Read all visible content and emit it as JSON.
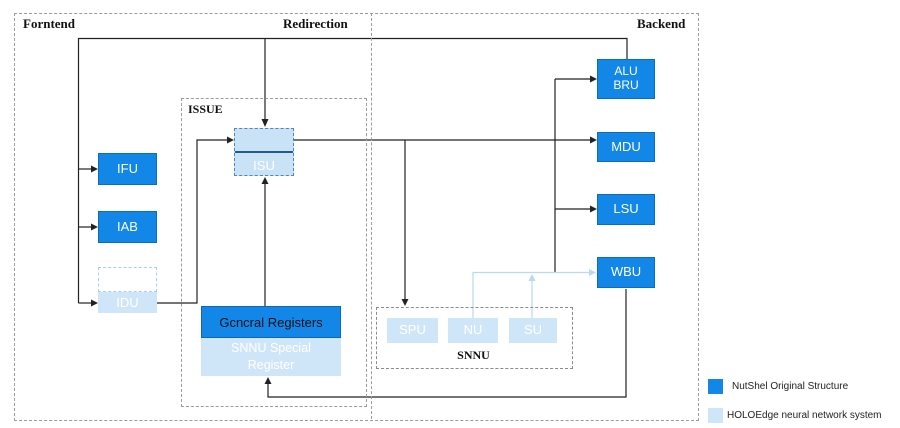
{
  "diagram": {
    "section_labels": {
      "frontend": "Forntend",
      "redirection": "Redirection",
      "backend": "Backend"
    },
    "groups": {
      "issue": "ISSUE",
      "snnu": "SNNU"
    },
    "units": {
      "ifu": "IFU",
      "iab": "IAB",
      "idu": "IDU",
      "isu": "ISU",
      "alu": "ALU",
      "bru": "BRU",
      "mdu": "MDU",
      "lsu": "LSU",
      "wbu": "WBU",
      "spu": "SPU",
      "nu": "NU",
      "su": "SU"
    },
    "registers": {
      "general": "Gcncral Registers",
      "snnu_special": "SNNU Special Register"
    }
  },
  "legend": {
    "items": [
      {
        "label": "NutShel Original Structure",
        "color": "#1287e8"
      },
      {
        "label": "HOLOEdge neural network system",
        "color": "#cfe6f8"
      }
    ]
  },
  "colors": {
    "primary_blue": "#1287e8",
    "light_blue_fill": "#cfe6f8",
    "isu_fill": "#c9e2f5",
    "connector_black": "#222222",
    "connector_light_blue": "#b9d8f1",
    "dashed_border_gray": "#9b9b9b"
  }
}
